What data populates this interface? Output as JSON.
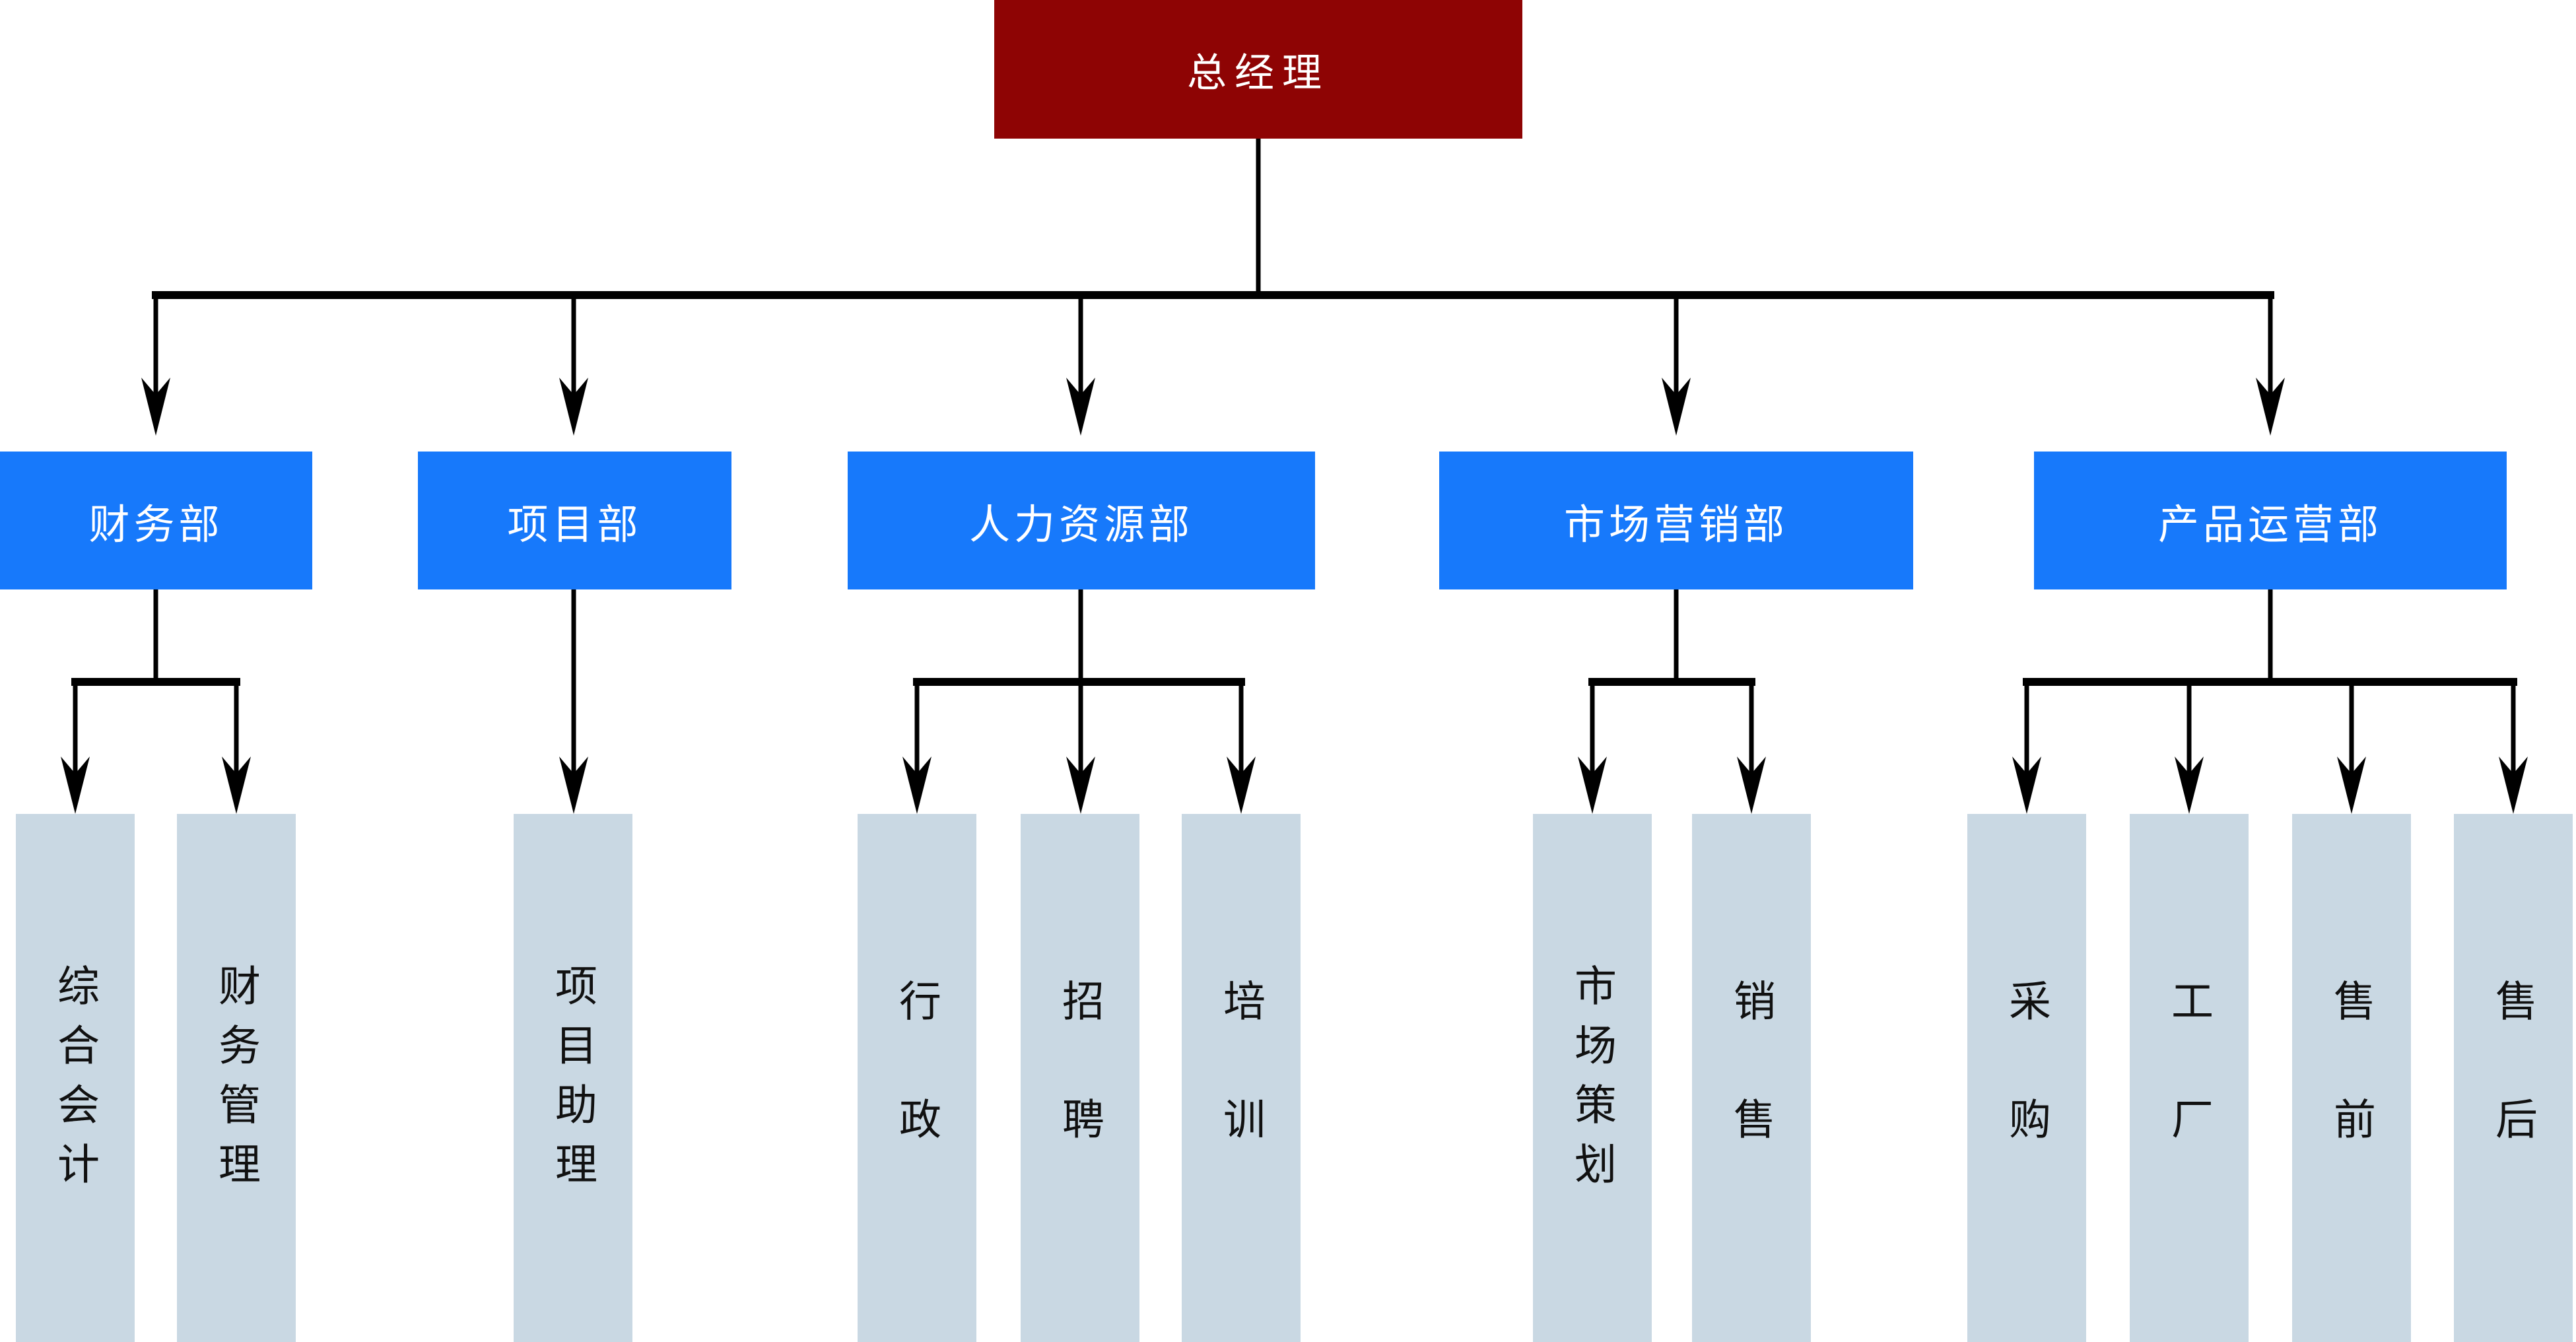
{
  "root": {
    "label": "总经理"
  },
  "departments": [
    {
      "label": "财务部",
      "children": [
        {
          "label": "综合会计"
        },
        {
          "label": "财务管理"
        }
      ]
    },
    {
      "label": "项目部",
      "children": [
        {
          "label": "项目助理"
        }
      ]
    },
    {
      "label": "人力资源部",
      "children": [
        {
          "label": "行政"
        },
        {
          "label": "招聘"
        },
        {
          "label": "培训"
        }
      ]
    },
    {
      "label": "市场营销部",
      "children": [
        {
          "label": "市场策划"
        },
        {
          "label": "销售"
        }
      ]
    },
    {
      "label": "产品运营部",
      "children": [
        {
          "label": "采购"
        },
        {
          "label": "工厂"
        },
        {
          "label": "售前"
        },
        {
          "label": "售后"
        }
      ]
    }
  ],
  "colors": {
    "root_bg": "#8E0404",
    "dept_bg": "#1779FB",
    "unit_bg": "#C9D8E3",
    "line": "#000000",
    "text_light": "#FFFFFF",
    "text_dark": "#111111"
  }
}
